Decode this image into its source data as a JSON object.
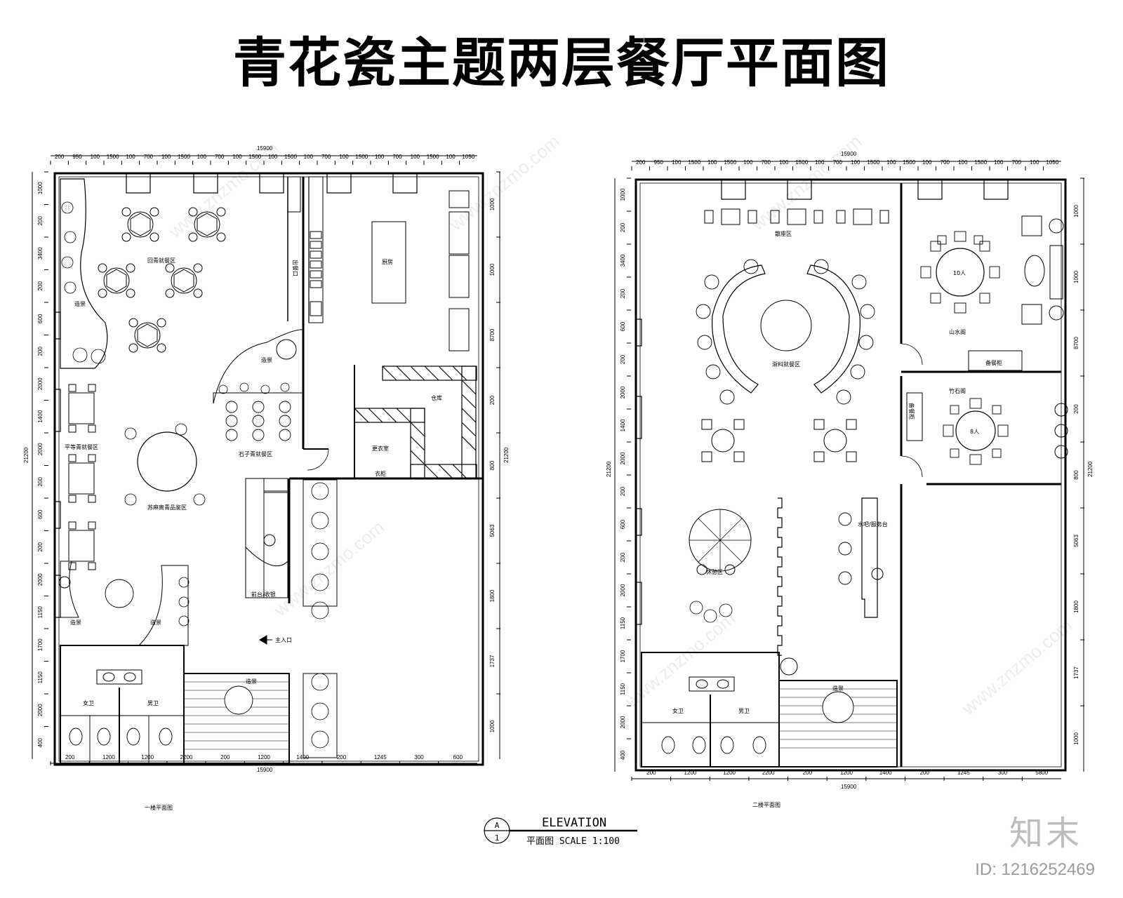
{
  "title": "青花瓷主题两层餐厅平面图",
  "plan1": {
    "total_width_label": "15900",
    "total_height_label": "21200",
    "top_dims": [
      "200",
      "950",
      "100",
      "1500",
      "100",
      "700",
      "100",
      "1500",
      "100",
      "700",
      "100",
      "1500",
      "100",
      "1500",
      "100",
      "700",
      "100",
      "1500",
      "100",
      "700",
      "100",
      "1500",
      "100",
      "1050"
    ],
    "bottom_dims": [
      "200",
      "1200",
      "1200",
      "2200",
      "200",
      "1200",
      "1400",
      "200",
      "1245",
      "300",
      "600"
    ],
    "left_dims": [
      "1000",
      "200",
      "3400",
      "200",
      "600",
      "200",
      "2000",
      "1400",
      "2000",
      "200",
      "600",
      "200",
      "2000",
      "1150",
      "1700",
      "1150",
      "2000",
      "400"
    ],
    "right_dims": [
      "1000",
      "1000",
      "8700",
      "200",
      "800",
      "5063",
      "1800",
      "1737",
      "1000"
    ],
    "rooms": {
      "r1": "回青就餐区",
      "r2": "造景",
      "r3": "出餐口",
      "r4": "厨房",
      "r5": "造景",
      "r6": "仓库",
      "r7": "平等青就餐区",
      "r8": "石子青就餐区",
      "r9": "更衣室",
      "r10": "衣柜",
      "r11": "苏麻离青品鉴区",
      "r12": "前台/收银",
      "r13": "造景",
      "r14": "造景",
      "r15": "主入口",
      "r16": "造景",
      "r17": "女卫",
      "r18": "男卫"
    },
    "caption": "一楼平面图"
  },
  "plan2": {
    "total_width_label": "15900",
    "total_height_label": "21200",
    "top_dims": [
      "200",
      "950",
      "100",
      "1500",
      "100",
      "1500",
      "100",
      "700",
      "100",
      "1500",
      "100",
      "700",
      "100",
      "1500",
      "100",
      "1500",
      "100",
      "700",
      "100",
      "1500",
      "100",
      "700",
      "100",
      "1050"
    ],
    "bottom_dims": [
      "200",
      "1200",
      "1200",
      "2200",
      "200",
      "1200",
      "1400",
      "200",
      "1245",
      "300",
      "5800"
    ],
    "left_dims": [
      "1000",
      "200",
      "3400",
      "200",
      "600",
      "200",
      "2000",
      "1400",
      "2000",
      "200",
      "600",
      "200",
      "2000",
      "1150",
      "1700",
      "1150",
      "2000",
      "400"
    ],
    "right_dims": [
      "1000",
      "1000",
      "8700",
      "200",
      "800",
      "5063",
      "1800",
      "1737",
      "1000"
    ],
    "rooms": {
      "r1": "散座区",
      "r2": "10人",
      "r3": "山水阁",
      "r4": "渐料就餐区",
      "r5": "备餐柜",
      "r6": "竹石阁",
      "r7": "备餐柜",
      "r8": "8人",
      "r9": "水吧/服务台",
      "r10": "休憩区",
      "r11": "造景",
      "r12": "女卫",
      "r13": "男卫"
    },
    "caption": "二楼平面图"
  },
  "elevation": {
    "letter": "A",
    "number": "1",
    "heading": "ELEVATION",
    "subtitle": "平面图 SCALE 1:100"
  },
  "watermark": "www.znzmo.com",
  "logo": "知末",
  "logo_id": "ID: 1216252469"
}
